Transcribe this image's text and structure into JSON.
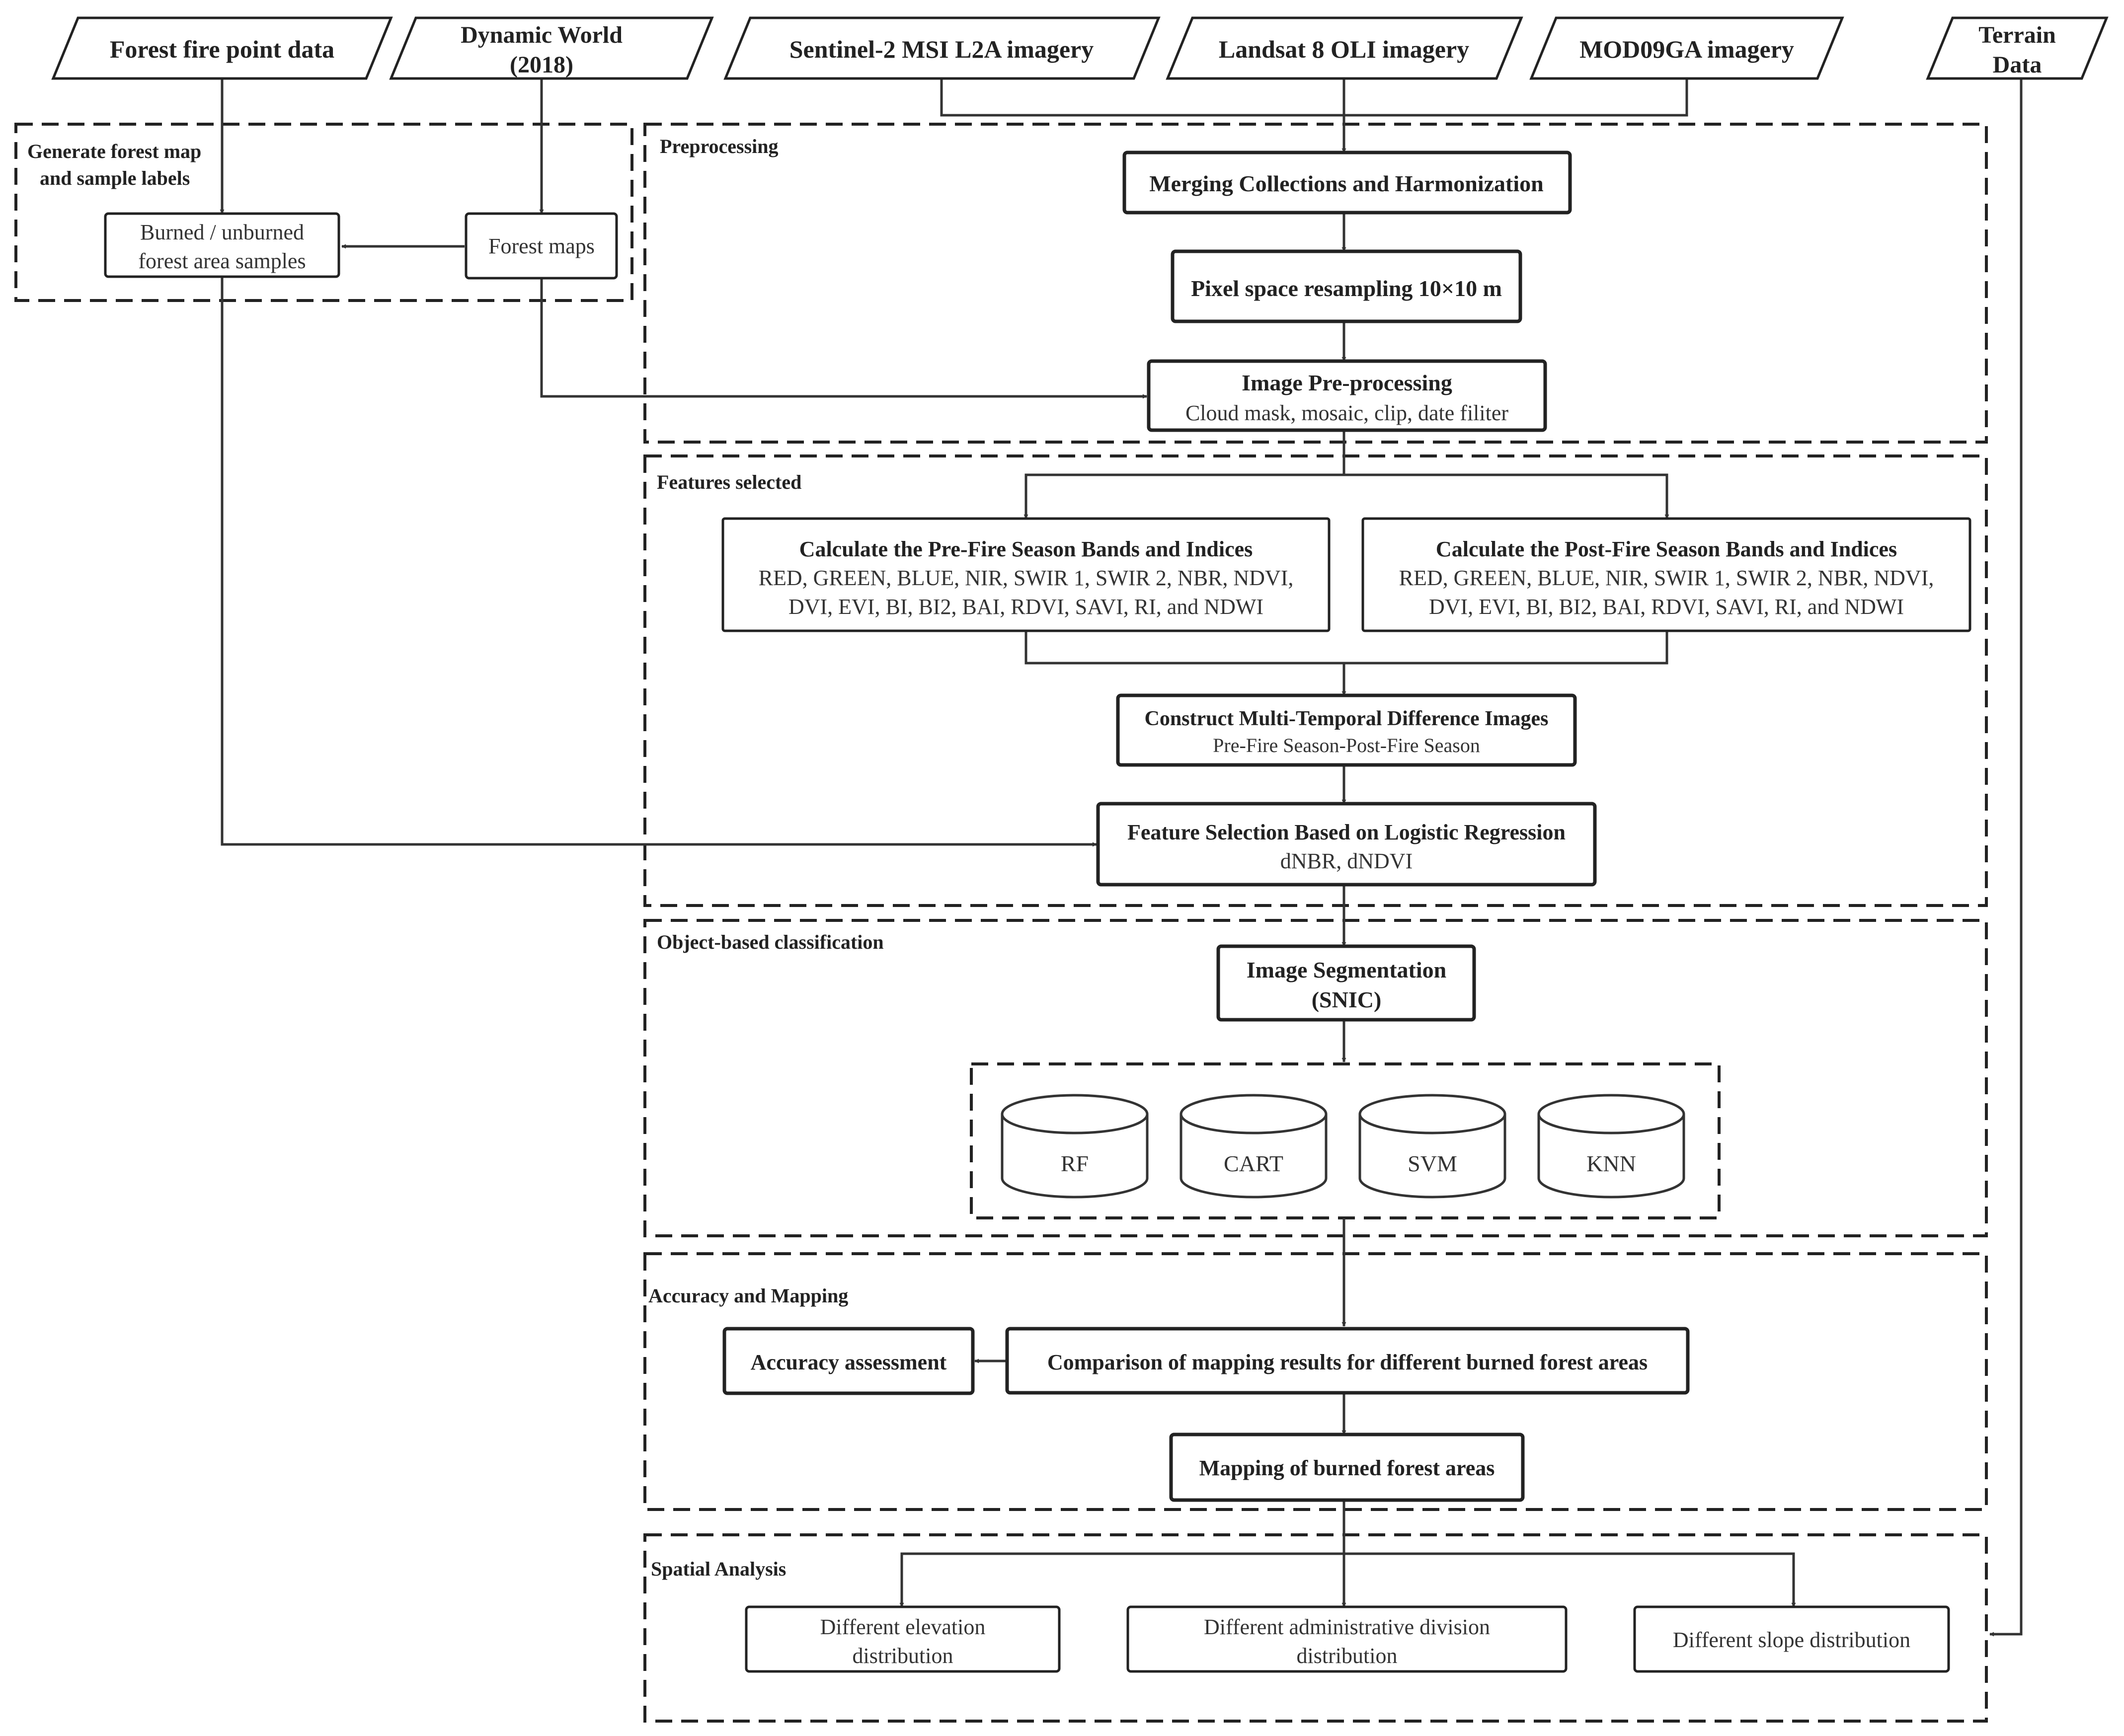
{
  "inputs": {
    "forest_fire": "Forest fire point data",
    "dynamic_world_1": "Dynamic World",
    "dynamic_world_2": "(2018)",
    "sentinel": "Sentinel-2 MSI L2A imagery",
    "landsat": "Landsat 8 OLI imagery",
    "modis": "MOD09GA imagery",
    "terrain_1": "Terrain",
    "terrain_2": "Data"
  },
  "sections": {
    "generate_1": "Generate forest map",
    "generate_2": "and sample labels",
    "preprocessing": "Preprocessing",
    "features": "Features selected",
    "object": "Object-based classification",
    "accuracy": "Accuracy and Mapping",
    "spatial": "Spatial Analysis"
  },
  "boxes": {
    "samples_1": "Burned / unburned",
    "samples_2": "forest area samples",
    "forest_maps": "Forest maps",
    "merging": "Merging Collections and Harmonization",
    "resampling": "Pixel space resampling 10×10 m",
    "preproc_title": "Image Pre-processing",
    "preproc_sub": "Cloud mask, mosaic, clip, date filiter",
    "prefire_title": "Calculate the Pre-Fire Season Bands and Indices",
    "prefire_l1": "RED, GREEN, BLUE, NIR, SWIR 1, SWIR 2, NBR, NDVI,",
    "prefire_l2": "DVI, EVI, BI, BI2, BAI, RDVI, SAVI, RI, and NDWI",
    "postfire_title": "Calculate the Post-Fire Season Bands and Indices",
    "postfire_l1": "RED, GREEN, BLUE, NIR, SWIR 1, SWIR 2, NBR, NDVI,",
    "postfire_l2": "DVI, EVI, BI, BI2, BAI, RDVI, SAVI, RI, and NDWI",
    "multitemp_title": "Construct Multi-Temporal Difference Images",
    "multitemp_sub": "Pre-Fire Season-Post-Fire Season",
    "featsel_title": "Feature Selection Based on Logistic Regression",
    "featsel_sub": "dNBR, dNDVI",
    "seg_1": "Image Segmentation",
    "seg_2": "(SNIC)",
    "rf": "RF",
    "cart": "CART",
    "svm": "SVM",
    "knn": "KNN",
    "accuracy_assess": "Accuracy assessment",
    "comparison": "Comparison of mapping results for different burned forest areas",
    "mapping": "Mapping of  burned forest areas",
    "elev_1": "Different elevation",
    "elev_2": "distribution",
    "admin_1": "Different administrative division",
    "admin_2": "distribution",
    "slope": "Different slope distribution"
  }
}
